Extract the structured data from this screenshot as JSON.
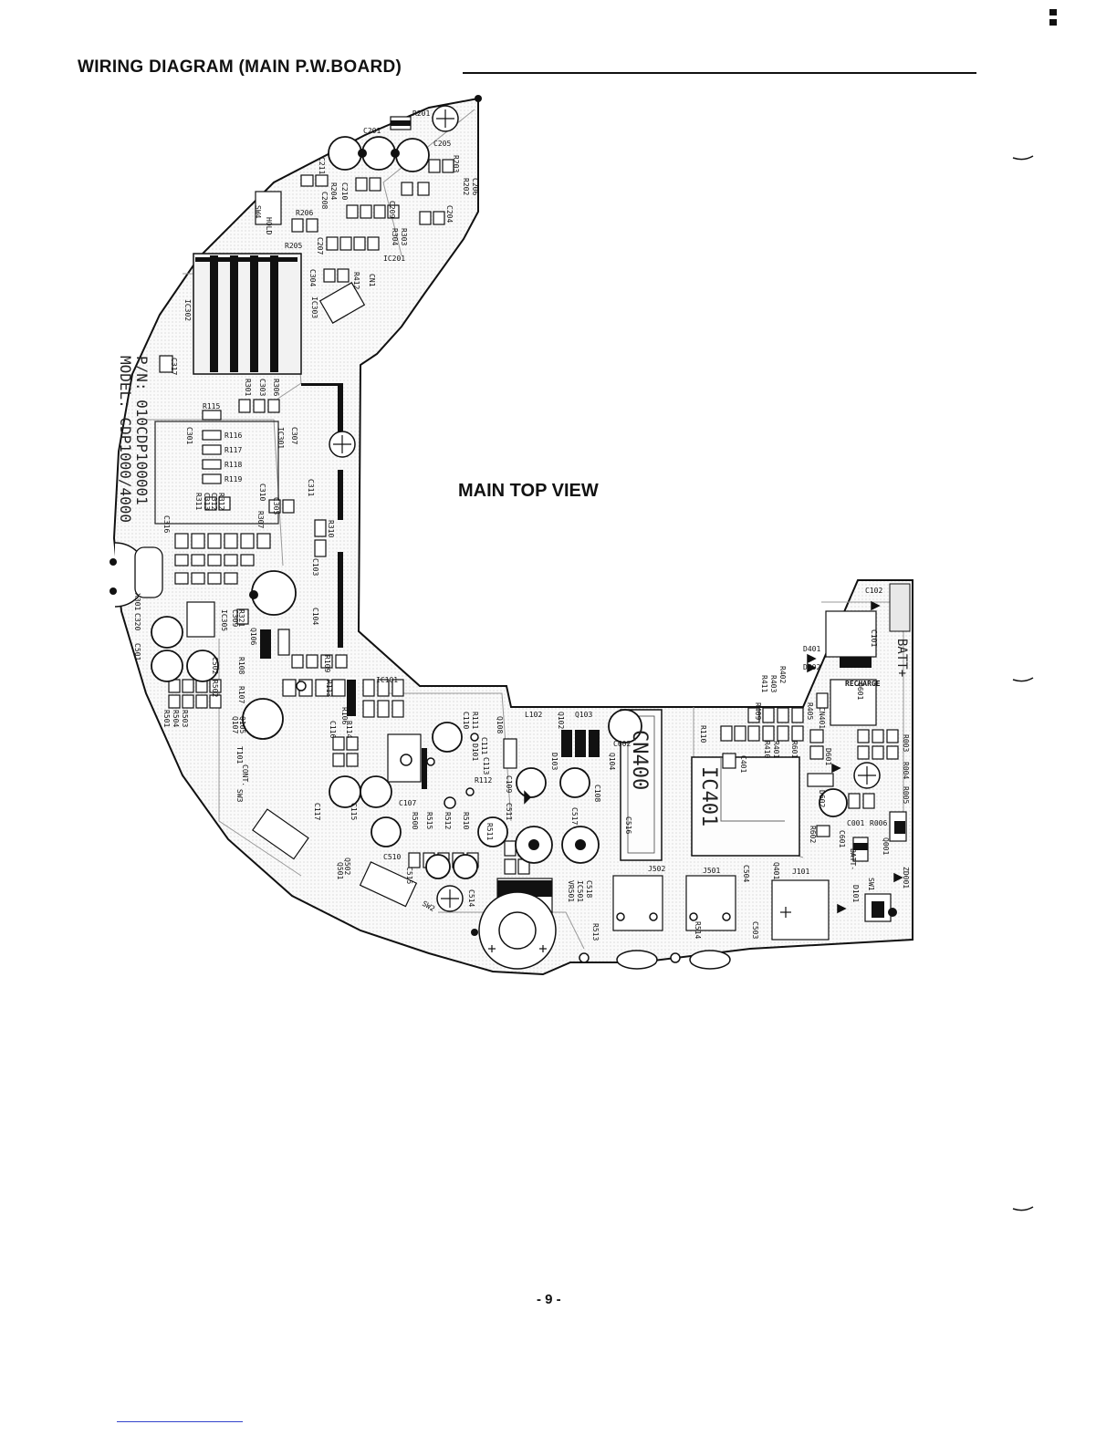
{
  "header": {
    "title": "WIRING  DIAGRAM (MAIN P.W.BOARD)"
  },
  "view_label": "MAIN TOP VIEW",
  "page_number": "- 9 -",
  "board": {
    "part_number": "P/N: 010CDP100001",
    "model": "MODEL: CDP1000/4000",
    "big_labels": [
      "CN400",
      "IC401",
      "BATT+"
    ],
    "markings": [
      "RECHARGE",
      "BATT-",
      "CONT.",
      "HOLD"
    ],
    "components": [
      "R201",
      "C201",
      "C205",
      "C211",
      "R203",
      "C210",
      "R204",
      "C208",
      "C206",
      "C209",
      "C204",
      "R206",
      "R202",
      "R303",
      "R304",
      "C207",
      "R205",
      "IC201",
      "C304",
      "IC303",
      "R412",
      "CN1",
      "SW4",
      "IC302",
      "C317",
      "R301",
      "C303",
      "R306",
      "R115",
      "R116",
      "R117",
      "R118",
      "R119",
      "C301",
      "IC301",
      "C307",
      "C311",
      "C310",
      "C305",
      "R307",
      "R311",
      "R312",
      "C312",
      "C313",
      "R310",
      "C316",
      "C103",
      "C104",
      "X301",
      "C309",
      "R321",
      "IC305",
      "Q106",
      "C320",
      "C501",
      "C502",
      "R502",
      "R108",
      "R109",
      "R503",
      "R504",
      "R501",
      "R107",
      "Q105",
      "Q107",
      "R113",
      "R106",
      "C116",
      "R114",
      "IC101",
      "T101",
      "SW3",
      "C117",
      "C115",
      "C107",
      "R500",
      "R515",
      "R512",
      "R510",
      "C511",
      "R511",
      "C517",
      "C516",
      "Q502",
      "Q501",
      "C510",
      "C515",
      "C514",
      "SW2",
      "VR501",
      "IC501",
      "C518",
      "R513",
      "R111",
      "C110",
      "Q108",
      "C111",
      "D101",
      "C113",
      "R112",
      "C109",
      "L102",
      "Q102",
      "D103",
      "Q104",
      "C108",
      "Q103",
      "C602",
      "J502",
      "J501",
      "C504",
      "R514",
      "C503",
      "Q401",
      "J101",
      "D101",
      "SW1",
      "C102",
      "C101",
      "D401",
      "D402",
      "R402",
      "R403",
      "R411",
      "R601",
      "R405",
      "R410",
      "R401",
      "R409",
      "C401",
      "R110",
      "CN401",
      "Q601",
      "D601",
      "D602",
      "R602",
      "C601",
      "C001",
      "R006",
      "Q001",
      "R003",
      "R004",
      "R005",
      "ZD001"
    ]
  }
}
